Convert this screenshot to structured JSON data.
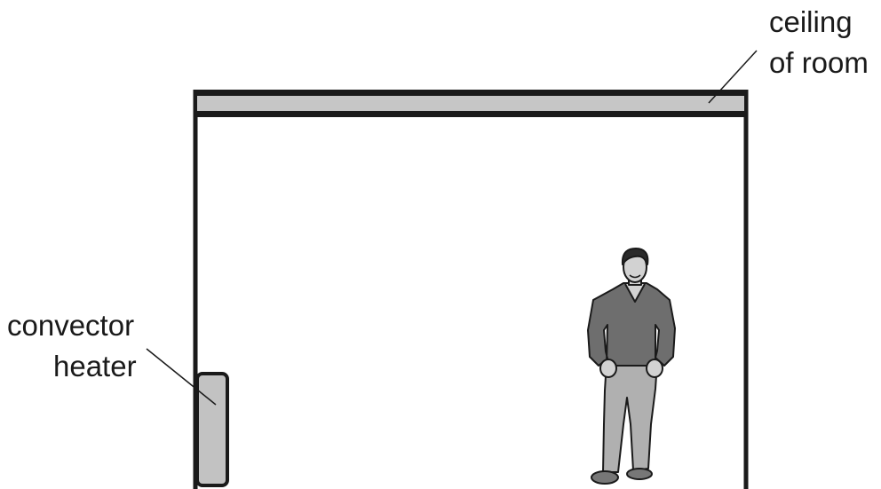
{
  "labels": {
    "ceiling_line1": "ceiling",
    "ceiling_line2": "of room",
    "heater_line1": "convector",
    "heater_line2": "heater"
  },
  "colors": {
    "outline": "#1a1a1a",
    "ceiling_fill": "#c6c6c6",
    "heater_fill": "#c2c2c2",
    "shirt": "#6e6e6e",
    "jeans": "#b0b0b0",
    "skin": "#d2d2d2",
    "hair": "#2a2a2a"
  }
}
